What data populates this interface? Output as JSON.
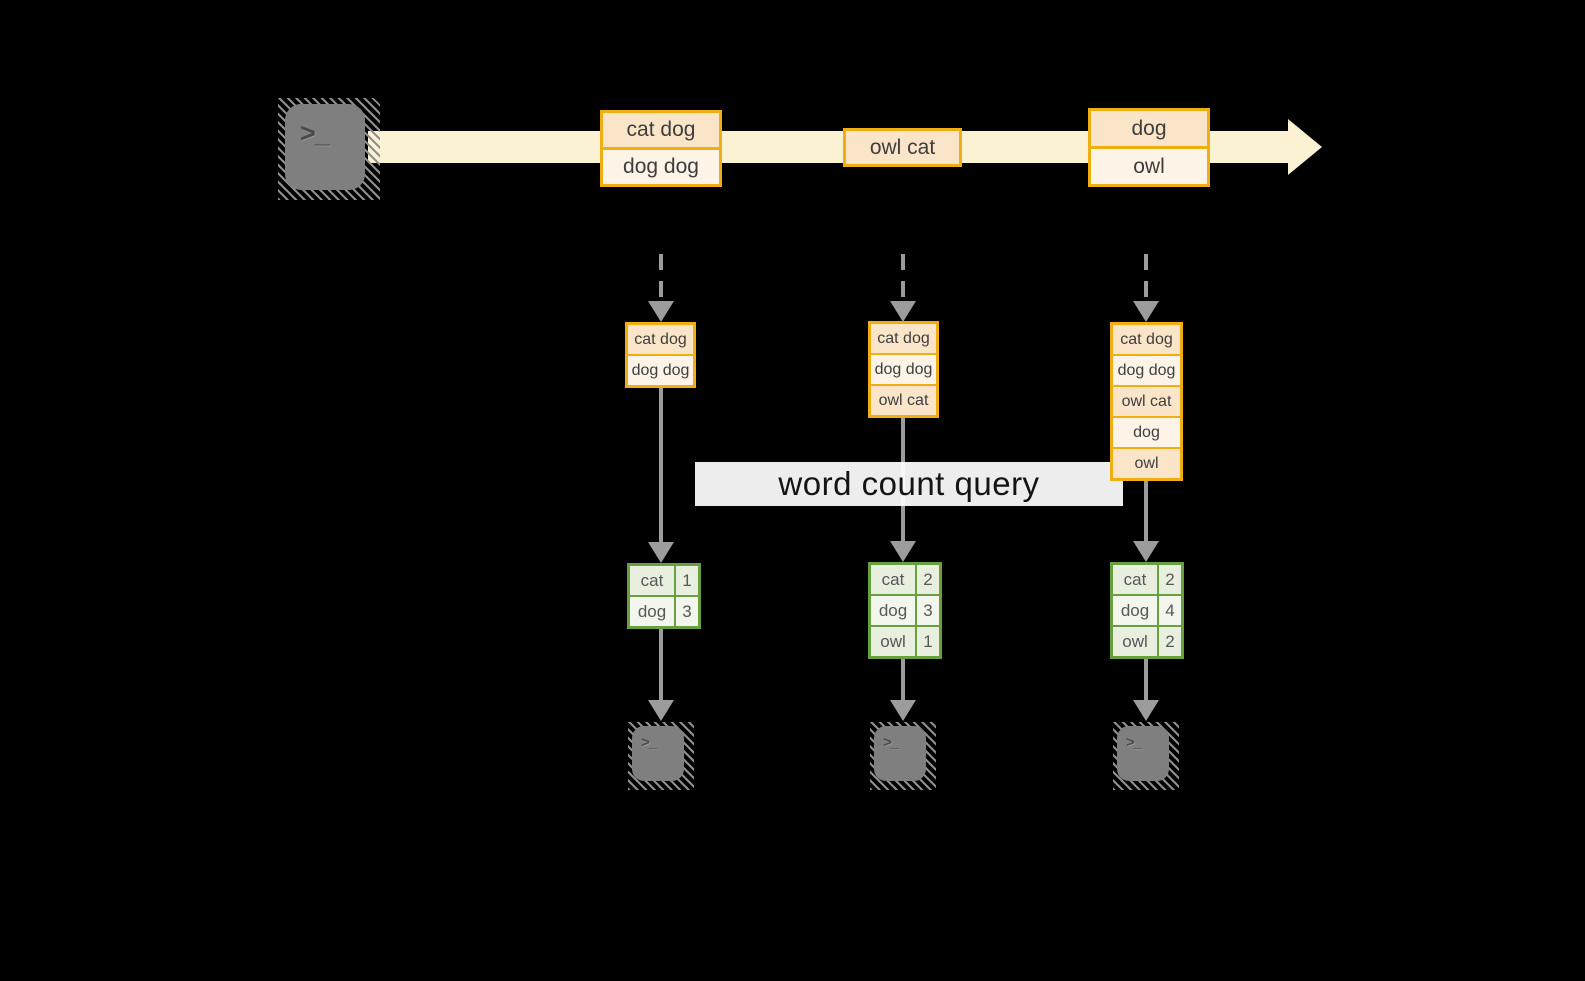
{
  "colors": {
    "background": "#000000",
    "stream_fill": "#fbf2d4",
    "record_border": "#f1ae13",
    "record_fill_dark": "#fae5c9",
    "record_fill_light": "#fdf3e6",
    "table_border": "#68a03f",
    "table_fill_dark": "#e8efdf",
    "table_fill_light": "#f2f6ed",
    "arrow_gray": "#9c9c9c",
    "terminal_gray": "#7f7f7f",
    "query_band": "#ffffff"
  },
  "icons": {
    "terminal_prompt": ">_"
  },
  "stream": {
    "batches": [
      {
        "rows": [
          "cat dog",
          "dog dog"
        ]
      },
      {
        "rows": [
          "owl cat"
        ]
      },
      {
        "rows": [
          "dog",
          "owl"
        ]
      }
    ]
  },
  "query": {
    "label": "word count query"
  },
  "columns": [
    {
      "accumulated": [
        "cat dog",
        "dog dog"
      ],
      "counts": [
        {
          "word": "cat",
          "count": "1"
        },
        {
          "word": "dog",
          "count": "3"
        }
      ]
    },
    {
      "accumulated": [
        "cat dog",
        "dog dog",
        "owl cat"
      ],
      "counts": [
        {
          "word": "cat",
          "count": "2"
        },
        {
          "word": "dog",
          "count": "3"
        },
        {
          "word": "owl",
          "count": "1"
        }
      ]
    },
    {
      "accumulated": [
        "cat dog",
        "dog dog",
        "owl cat",
        "dog",
        "owl"
      ],
      "counts": [
        {
          "word": "cat",
          "count": "2"
        },
        {
          "word": "dog",
          "count": "4"
        },
        {
          "word": "owl",
          "count": "2"
        }
      ]
    }
  ]
}
